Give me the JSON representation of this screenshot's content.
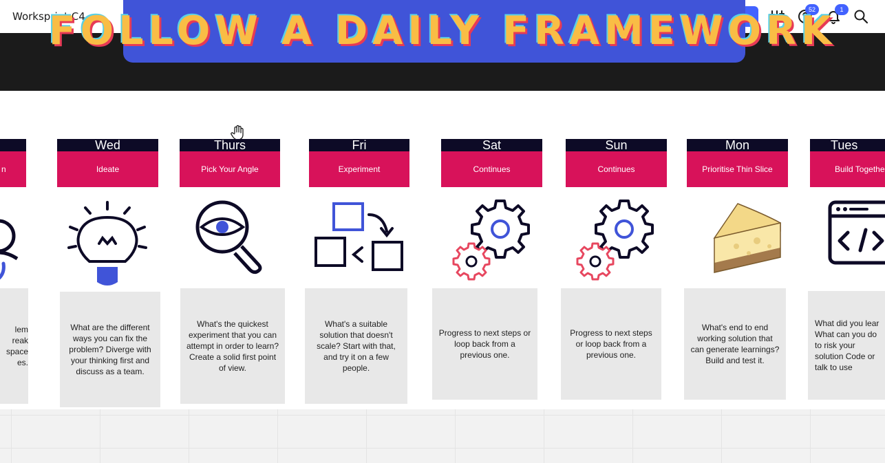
{
  "header": {
    "board_title": "Worksprint C4",
    "help_badge": "52",
    "notification_badge": "1"
  },
  "banner": {
    "title": "FOLLOW A DAILY FRAMEWORK"
  },
  "days": [
    {
      "day": "",
      "phase": "n",
      "note": "lem\nreak\nspace\nes."
    },
    {
      "day": "Wed",
      "phase": "Ideate",
      "note": "What are the different ways you can fix the problem? Diverge with your  thinking first and discuss as a team."
    },
    {
      "day": "Thurs",
      "phase": "Pick Your Angle",
      "note": "What's the quickest experiment that you can attempt in order to learn? Create a solid first point of view."
    },
    {
      "day": "Fri",
      "phase": "Experiment",
      "note": "What's a suitable solution that doesn't scale? Start with that, and try it on a few people."
    },
    {
      "day": "Sat",
      "phase": "Continues",
      "note": "Progress to next steps or loop back from a previous one."
    },
    {
      "day": "Sun",
      "phase": "Continues",
      "note": "Progress to next steps or loop back from a previous one."
    },
    {
      "day": "Mon",
      "phase": "Prioritise Thin Slice",
      "note": "What's end to end working solution that can generate learnings? Build and test it."
    },
    {
      "day": "Tues",
      "phase": "Build Together",
      "note": "What did you lear What can you do to risk your solution Code or talk to use"
    }
  ],
  "icons": [
    "person-icon",
    "lightbulb-icon",
    "magnifier-eye-icon",
    "flow-boxes-icon",
    "gears-icon",
    "gears-icon",
    "cheese-slice-icon",
    "code-window-icon"
  ],
  "colors": {
    "day_header": "#0d0a26",
    "phase": "#d8125a",
    "note": "#e8e8e8",
    "banner": "#4054d8",
    "banner_text": "#f9bd45",
    "accent": "#4262ff"
  }
}
